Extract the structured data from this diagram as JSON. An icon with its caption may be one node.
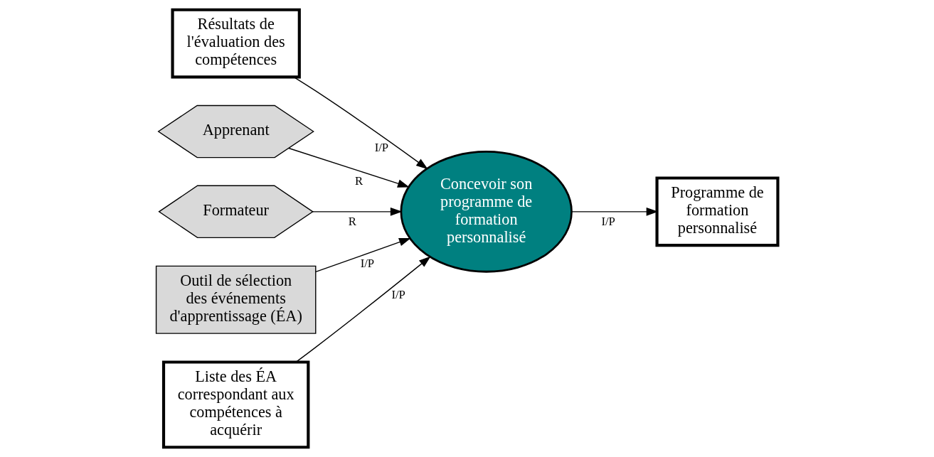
{
  "diagram": {
    "nodes": [
      {
        "text": [
          "Résultats de l'évaluation des compétences"
        ]
      },
      {
        "text": [
          "Apprenant"
        ]
      },
      {
        "text": [
          "Formateur"
        ]
      },
      {
        "text": [
          "Outil de sélection des événements d'apprentissage (ÉA)"
        ]
      },
      {
        "text": [
          "Concevoir son programme de formation personnalisé"
        ]
      },
      {
        "text": [
          "Programme de formation personnalisé"
        ]
      },
      {
        "text": [
          "Liste des ÉA correspondant aux compétences à acquérir"
        ]
      }
    ],
    "edges": [
      {
        "from": 0,
        "to": 4,
        "arrow": "to",
        "label": "I/P"
      },
      {
        "from": 1,
        "to": 4,
        "arrow": "to",
        "label": "R"
      },
      {
        "from": 2,
        "to": 4,
        "arrow": "to",
        "label": "R"
      },
      {
        "from": 3,
        "to": 4,
        "arrow": "to",
        "label": "I/P"
      },
      {
        "from": 6,
        "to": 4,
        "arrow": "to",
        "label": "I/P"
      },
      {
        "from": 4,
        "to": 5,
        "arrow": "to",
        "label": "I/P"
      }
    ]
  }
}
